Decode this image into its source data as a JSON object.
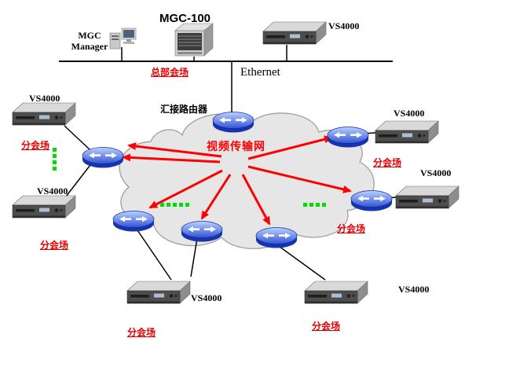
{
  "diagram": {
    "labels": {
      "mgc100": "MGC-100",
      "mgc_manager_line1": "MGC",
      "mgc_manager_line2": "Manager",
      "vs4000": "VS4000",
      "ethernet": "Ethernet",
      "hq_venue": "总部会场",
      "tandem_router": "汇接路由器",
      "cloud_name": "视频传输网",
      "branch_venue": "分会场"
    },
    "colors": {
      "red_label": "#e60000",
      "arrow_red": "#ff0000",
      "router_blue": "#2b50d4",
      "cloud_fill": "#e6e6e6",
      "cloud_stroke": "#9a9a9a",
      "green_dot": "#00dd00",
      "wire": "#000000",
      "background": "#ffffff"
    }
  }
}
